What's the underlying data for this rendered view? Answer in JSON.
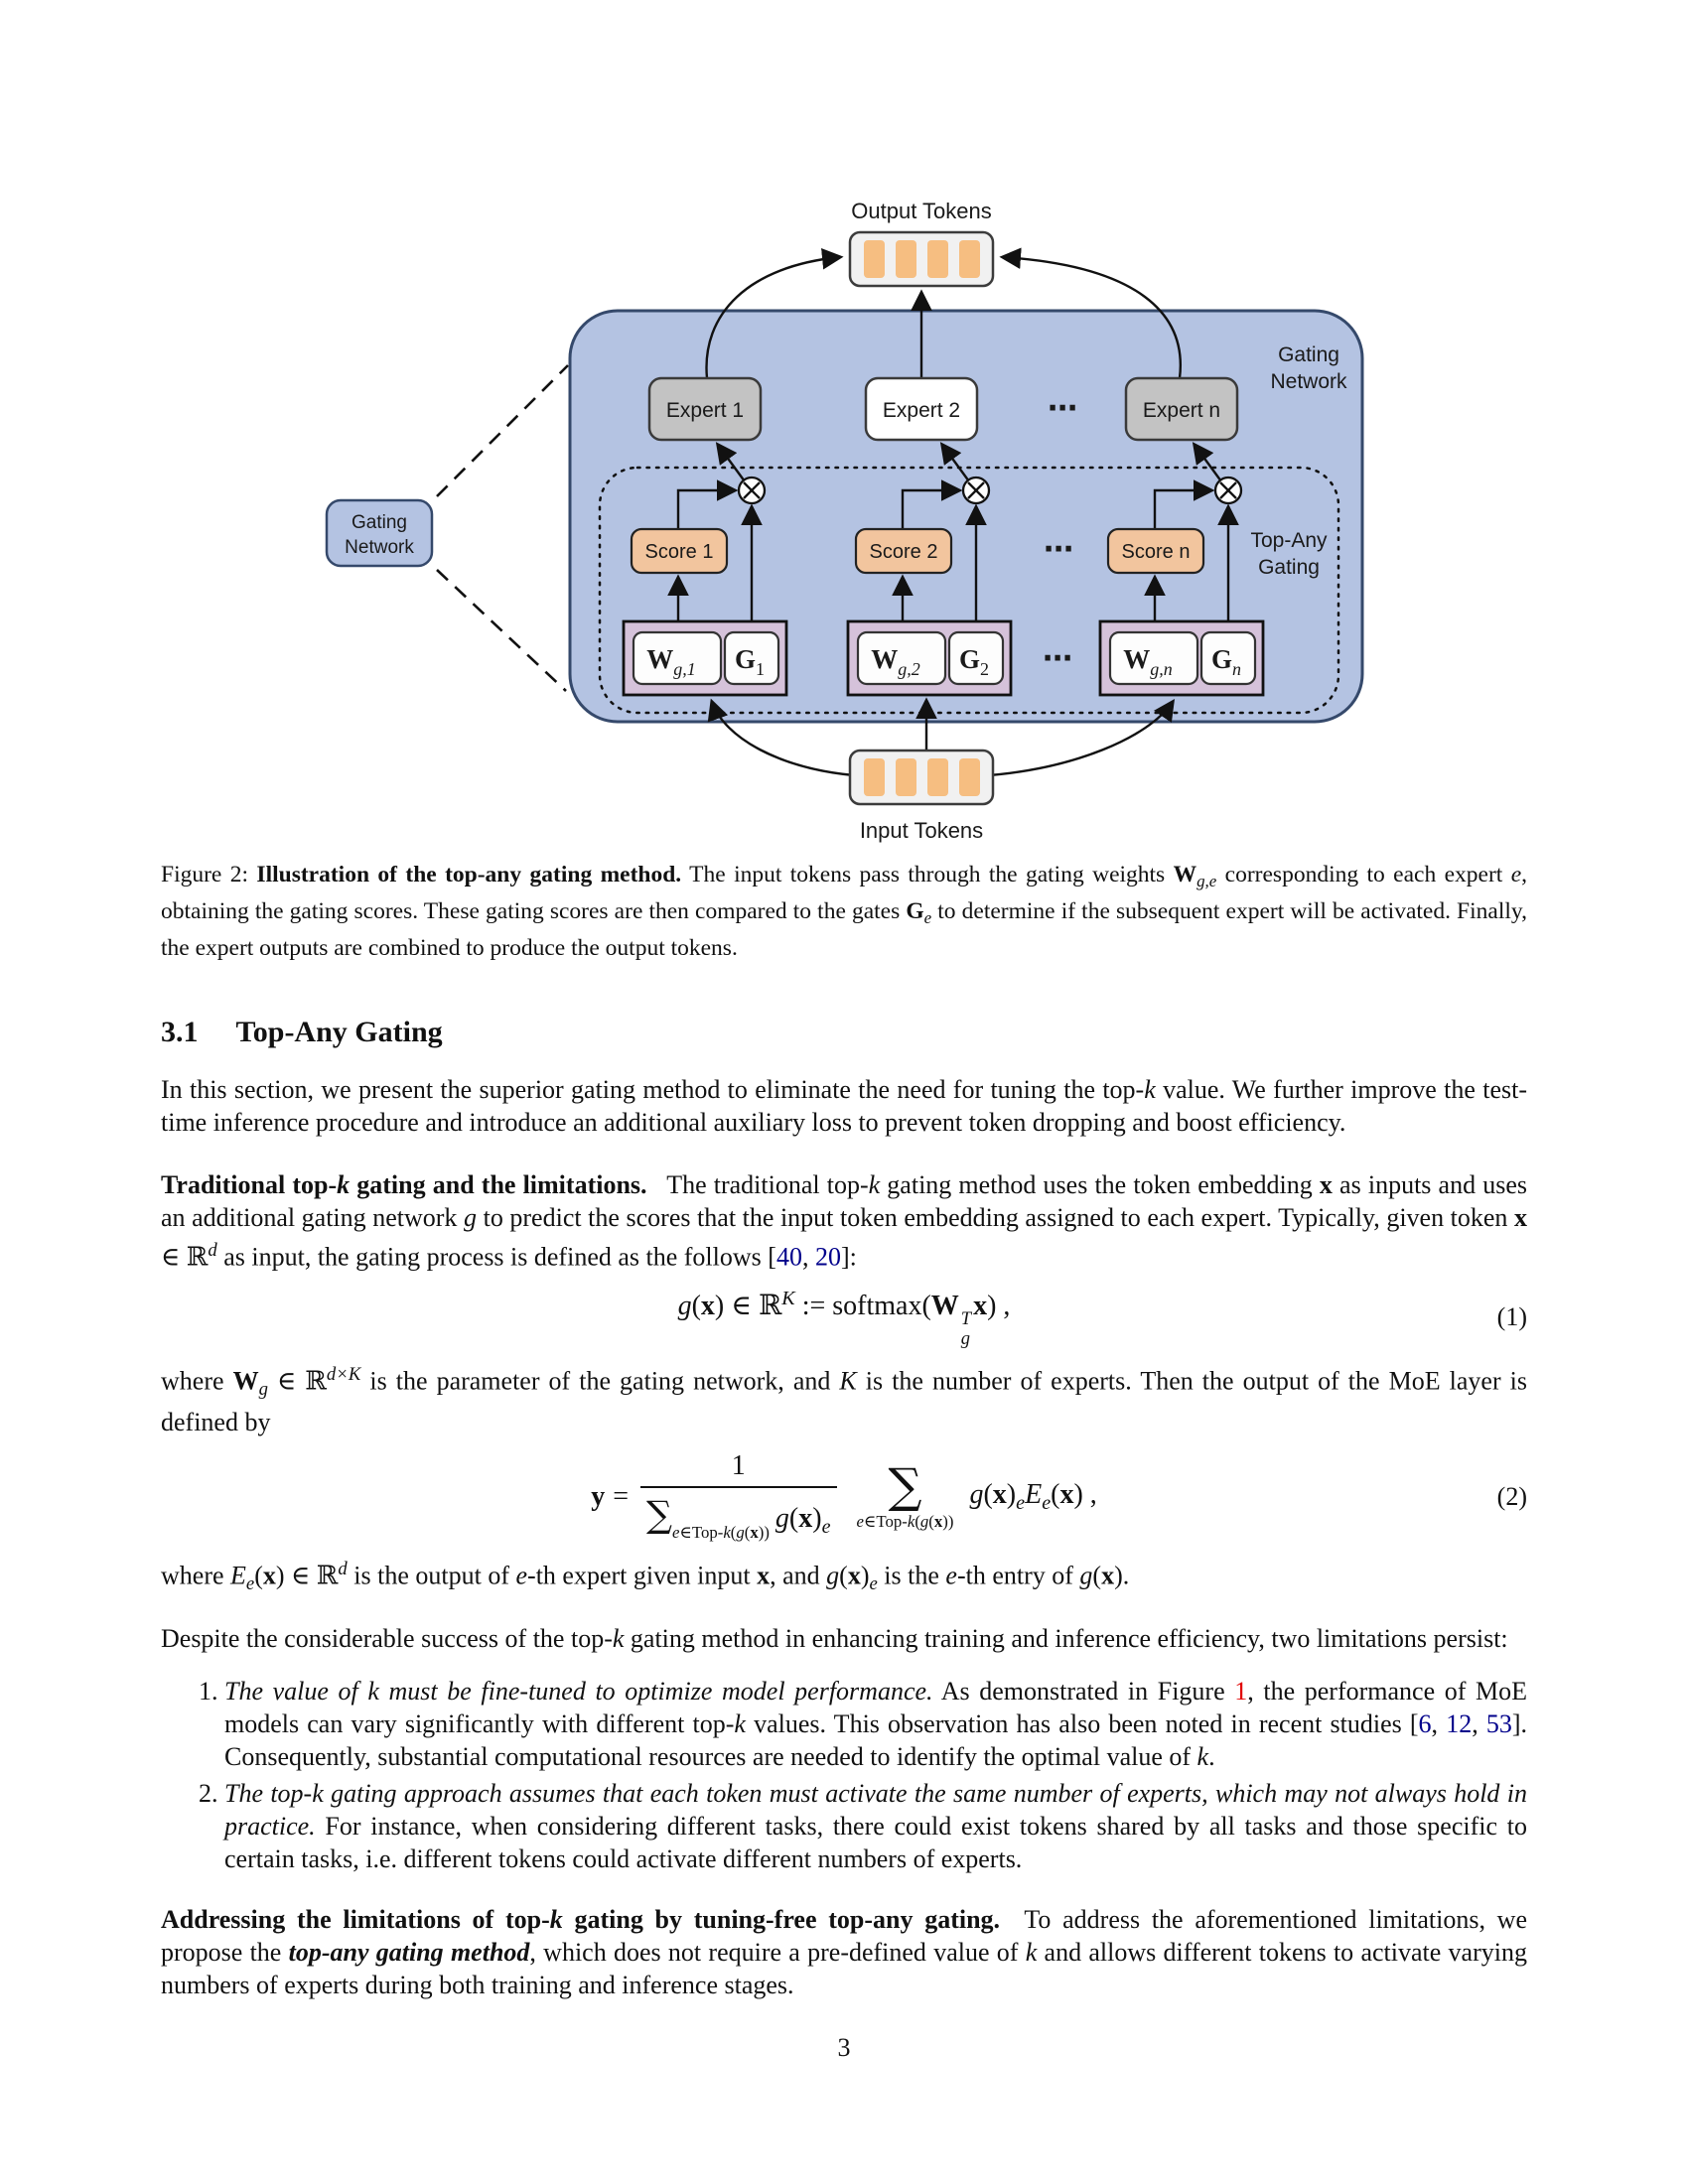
{
  "figure": {
    "diagram": {
      "output_tokens_label": "Output Tokens",
      "input_tokens_label": "Input Tokens",
      "gating_network_outer": {
        "line1": "Gating",
        "line2": "Network"
      },
      "top_any_gating": {
        "line1": "Top-Any",
        "line2": "Gating"
      },
      "side_box": {
        "line1": "Gating",
        "line2": "Network"
      },
      "experts": [
        "Expert 1",
        "Expert 2",
        "Expert n"
      ],
      "scores": [
        "Score 1",
        "Score 2",
        "Score n"
      ],
      "weights": [
        {
          "main": "W",
          "sub": "g,1"
        },
        {
          "main": "W",
          "sub": "g,2"
        },
        {
          "main": "W",
          "sub": "g,n"
        }
      ],
      "gates": [
        {
          "main": "G",
          "sub": "1"
        },
        {
          "main": "G",
          "sub": "2"
        },
        {
          "main": "G",
          "sub": "n"
        }
      ],
      "dots": "⋯",
      "colors": {
        "container_fill": "#b4c3e2",
        "container_border": "#35496b",
        "expert_gray": "#c3c3c3",
        "expert_white": "#ffffff",
        "score_peach": "#f2c59e",
        "purple_fill": "#d5c2da",
        "token_box": "#f1f1f1",
        "token_bar": "#f6be81"
      }
    },
    "caption_runs": [
      {
        "t": "Figure 2: "
      },
      {
        "t": "Illustration of the top-any gating method.",
        "s": "b"
      },
      {
        "t": " The input tokens pass through the gating weights "
      },
      {
        "t": "W",
        "s": "b"
      },
      {
        "t": "g,e",
        "s": "sub i"
      },
      {
        "t": " corresponding to each expert "
      },
      {
        "t": "e",
        "s": "i"
      },
      {
        "t": ", obtaining the gating scores. These gating scores are then compared to the gates "
      },
      {
        "t": "G",
        "s": "b"
      },
      {
        "t": "e",
        "s": "sub i"
      },
      {
        "t": " to determine if the subsequent expert will be activated. Finally, the expert outputs are combined to produce the output tokens."
      }
    ]
  },
  "section": {
    "number": "3.1",
    "title": "Top-Any Gating"
  },
  "paragraphs": {
    "intro_runs": [
      {
        "t": "In this section, we present the superior gating method to eliminate the need for tuning the top-"
      },
      {
        "t": "k",
        "s": "i"
      },
      {
        "t": " value. We further improve the test-time inference procedure and introduce an additional auxiliary loss to prevent token dropping and boost efficiency."
      }
    ],
    "traditional_runs": [
      {
        "t": "Traditional top-",
        "s": "b"
      },
      {
        "t": "k",
        "s": "bi"
      },
      {
        "t": " gating and the limitations.",
        "s": "b"
      },
      {
        "t": "  The traditional top-"
      },
      {
        "t": "k",
        "s": "i"
      },
      {
        "t": " gating method uses the token embedding "
      },
      {
        "t": "x",
        "s": "b"
      },
      {
        "t": " as inputs and uses an additional gating network "
      },
      {
        "t": "g",
        "s": "i"
      },
      {
        "t": " to predict the scores that the input token embedding assigned to each expert. Typically, given token "
      },
      {
        "t": "x",
        "s": "b"
      },
      {
        "t": " ∈ ℝ"
      },
      {
        "t": "d",
        "s": "sup i"
      },
      {
        "t": " as input, the gating process is defined as the follows ["
      },
      {
        "t": "40",
        "s": "blue"
      },
      {
        "t": ", "
      },
      {
        "t": "20",
        "s": "blue"
      },
      {
        "t": "]:"
      }
    ],
    "where_w_runs": [
      {
        "t": "where "
      },
      {
        "t": "W",
        "s": "b"
      },
      {
        "t": "g",
        "s": "sub i"
      },
      {
        "t": " ∈ ℝ"
      },
      {
        "t": "d×K",
        "s": "sup i"
      },
      {
        "t": " is the parameter of the gating network, and "
      },
      {
        "t": "K",
        "s": "i"
      },
      {
        "t": " is the number of experts. Then the output of the MoE layer is defined by"
      }
    ],
    "where_e_runs": [
      {
        "t": "where "
      },
      {
        "t": "E",
        "s": "i"
      },
      {
        "t": "e",
        "s": "sub i"
      },
      {
        "t": "("
      },
      {
        "t": "x",
        "s": "b"
      },
      {
        "t": ") ∈ ℝ"
      },
      {
        "t": "d",
        "s": "sup i"
      },
      {
        "t": " is the output of "
      },
      {
        "t": "e",
        "s": "i"
      },
      {
        "t": "-th expert given input "
      },
      {
        "t": "x",
        "s": "b"
      },
      {
        "t": ", and "
      },
      {
        "t": "g",
        "s": "i"
      },
      {
        "t": "("
      },
      {
        "t": "x",
        "s": "b"
      },
      {
        "t": ")"
      },
      {
        "t": "e",
        "s": "sub i"
      },
      {
        "t": " is the "
      },
      {
        "t": "e",
        "s": "i"
      },
      {
        "t": "-th entry of "
      },
      {
        "t": "g",
        "s": "i"
      },
      {
        "t": "("
      },
      {
        "t": "x",
        "s": "b"
      },
      {
        "t": ")."
      }
    ],
    "despite_runs": [
      {
        "t": "Despite the considerable success of the top-"
      },
      {
        "t": "k",
        "s": "i"
      },
      {
        "t": " gating method in enhancing training and inference efficiency, two limitations persist:"
      }
    ],
    "addressing_runs": [
      {
        "t": "Addressing the limitations of top-",
        "s": "b"
      },
      {
        "t": "k",
        "s": "bi"
      },
      {
        "t": " gating by tuning-free top-any gating.",
        "s": "b"
      },
      {
        "t": "  To address the aforementioned limitations, we propose the "
      },
      {
        "t": "top-any gating method",
        "s": "bi"
      },
      {
        "t": ", which does not require a pre-defined value of "
      },
      {
        "t": "k",
        "s": "i"
      },
      {
        "t": " and allows different tokens to activate varying numbers of experts during both training and inference stages."
      }
    ]
  },
  "equations": {
    "eq1": {
      "g": "g",
      "p1": "(",
      "x1": "x",
      "p2": ")",
      "inR": " ∈ ℝ",
      "supK": "K",
      "assign": " := softmax(",
      "W": "W",
      "Wsup": "T",
      "Wsub": "g",
      "x2": "x",
      "close": ") ,",
      "number": "(1)"
    },
    "eq2": {
      "y": "y",
      "equals": "=",
      "numerator": "1",
      "sum": "∑",
      "den_sub_runs": [
        {
          "t": "e",
          "s": "i"
        },
        {
          "t": "∈Top-"
        },
        {
          "t": "k",
          "s": "i"
        },
        {
          "t": "("
        },
        {
          "t": "g",
          "s": "i"
        },
        {
          "t": "("
        },
        {
          "t": "x",
          "s": "b"
        },
        {
          "t": "))"
        }
      ],
      "den_tail_runs": [
        {
          "t": "g",
          "s": "i"
        },
        {
          "t": "("
        },
        {
          "t": "x",
          "s": "b"
        },
        {
          "t": ")"
        },
        {
          "t": "e",
          "s": "sub i"
        }
      ],
      "limit_runs": [
        {
          "t": "e",
          "s": "i"
        },
        {
          "t": "∈Top-"
        },
        {
          "t": "k",
          "s": "i"
        },
        {
          "t": "("
        },
        {
          "t": "g",
          "s": "i"
        },
        {
          "t": "("
        },
        {
          "t": "x",
          "s": "b"
        },
        {
          "t": "))"
        }
      ],
      "rhs_runs": [
        {
          "t": "g",
          "s": "i"
        },
        {
          "t": "("
        },
        {
          "t": "x",
          "s": "b"
        },
        {
          "t": ")"
        },
        {
          "t": "e",
          "s": "sub i"
        },
        {
          "t": "E",
          "s": "i"
        },
        {
          "t": "e",
          "s": "sub i"
        },
        {
          "t": "("
        },
        {
          "t": "x",
          "s": "b"
        },
        {
          "t": ") ,"
        }
      ],
      "number": "(2)"
    }
  },
  "list": {
    "items": [
      {
        "number": "1.",
        "runs": [
          {
            "t": "The value of k must be fine-tuned to optimize model performance.",
            "s": "i"
          },
          {
            "t": " As demonstrated in Figure "
          },
          {
            "t": "1",
            "s": "red"
          },
          {
            "t": ", the performance of MoE models can vary significantly with different top-"
          },
          {
            "t": "k",
            "s": "i"
          },
          {
            "t": " values. This observation has also been noted in recent studies ["
          },
          {
            "t": "6",
            "s": "blue"
          },
          {
            "t": ", "
          },
          {
            "t": "12",
            "s": "blue"
          },
          {
            "t": ", "
          },
          {
            "t": "53",
            "s": "blue"
          },
          {
            "t": "]. Consequently, substantial computational resources are needed to identify the optimal value of "
          },
          {
            "t": "k",
            "s": "i"
          },
          {
            "t": "."
          }
        ]
      },
      {
        "number": "2.",
        "runs": [
          {
            "t": "The top-k gating approach assumes that each token must activate the same number of experts, which may not always hold in practice.",
            "s": "i"
          },
          {
            "t": " For instance, when considering different tasks, there could exist tokens shared by all tasks and those specific to certain tasks, i.e. different tokens could activate different numbers of experts."
          }
        ]
      }
    ]
  },
  "page_number": "3"
}
